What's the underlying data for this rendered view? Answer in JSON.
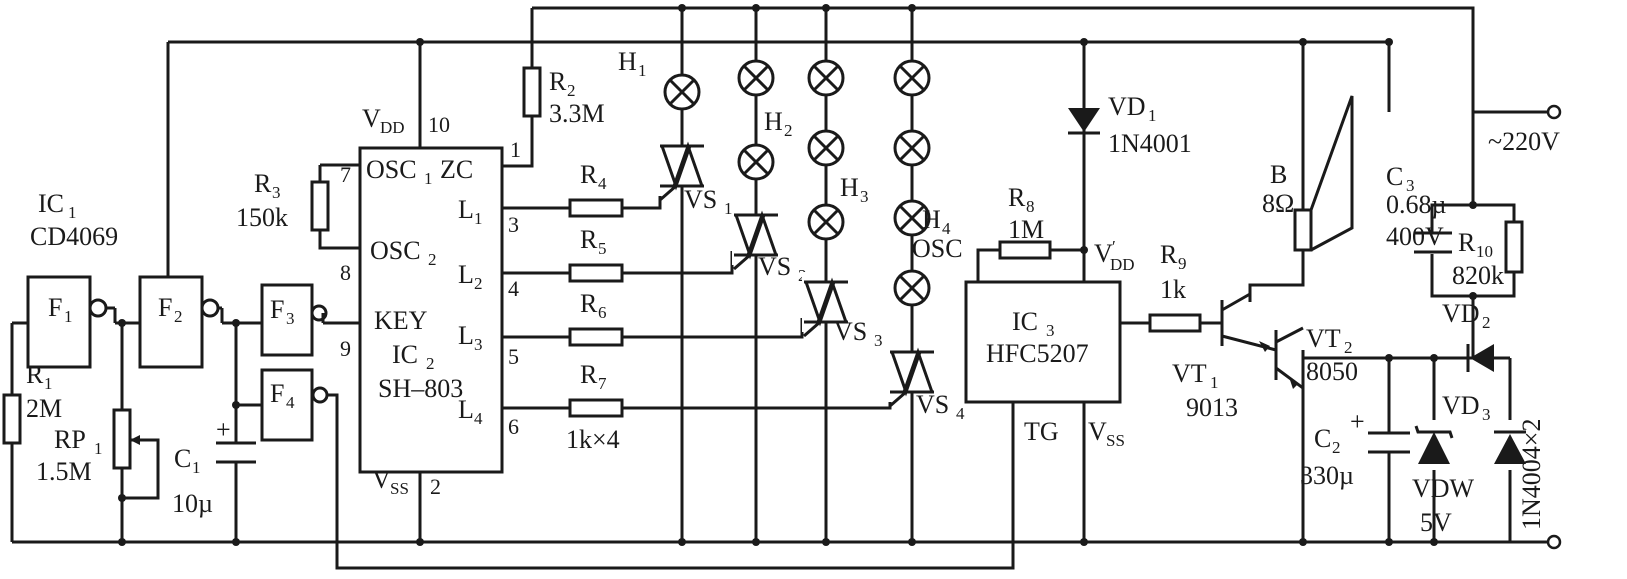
{
  "ic1": {
    "ref": "IC",
    "sub": "1",
    "part": "CD4069"
  },
  "gates": {
    "f1": "F",
    "f1_sub": "1",
    "f2": "F",
    "f2_sub": "2",
    "f3": "F",
    "f3_sub": "3",
    "f4": "F",
    "f4_sub": "4"
  },
  "r1": {
    "ref": "R",
    "sub": "1",
    "value": "2M"
  },
  "rp1": {
    "ref": "RP",
    "sub": "1",
    "value": "1.5M"
  },
  "c1": {
    "ref": "C",
    "sub": "1",
    "value": "10µ"
  },
  "ic2": {
    "ref": "IC",
    "sub": "2",
    "part": "SH–803",
    "pins": {
      "vdd": "V",
      "vdd_sub": "DD",
      "vdd_num": "10",
      "osc1": "OSC",
      "osc1_sub": "1",
      "zc": "ZC",
      "zc_num": "1",
      "osc1_num": "7",
      "osc2": "OSC",
      "osc2_sub": "2",
      "osc2_num": "8",
      "key": "KEY",
      "key_num": "9",
      "l1": "L",
      "l1_sub": "1",
      "l1_num": "3",
      "l2": "L",
      "l2_sub": "2",
      "l2_num": "4",
      "l3": "L",
      "l3_sub": "3",
      "l3_num": "5",
      "l4": "L",
      "l4_sub": "4",
      "l4_num": "6",
      "vss": "V",
      "vss_sub": "SS",
      "vss_num": "2"
    }
  },
  "r2": {
    "ref": "R",
    "sub": "2",
    "value": "3.3M"
  },
  "r3": {
    "ref": "R",
    "sub": "3",
    "value": "150k"
  },
  "r4": {
    "ref": "R",
    "sub": "4"
  },
  "r5": {
    "ref": "R",
    "sub": "5"
  },
  "r6": {
    "ref": "R",
    "sub": "6"
  },
  "r7": {
    "ref": "R",
    "sub": "7",
    "value": "1k×4"
  },
  "lamps": {
    "h1": "H",
    "h1_sub": "1",
    "h2": "H",
    "h2_sub": "2",
    "h3": "H",
    "h3_sub": "3",
    "h4": "H",
    "h4_sub": "4"
  },
  "triacs": {
    "vs1": "VS",
    "vs1_sub": "1",
    "vs2": "VS",
    "vs2_sub": "2",
    "vs3": "VS",
    "vs3_sub": "3",
    "vs4": "VS",
    "vs4_sub": "4"
  },
  "vd1": {
    "ref": "VD",
    "sub": "1",
    "part": "1N4001"
  },
  "r8": {
    "ref": "R",
    "sub": "8",
    "value": "1M"
  },
  "ic3": {
    "ref": "IC",
    "sub": "3",
    "part": "HFC5207",
    "osc": "OSC",
    "vdd": "V",
    "vdd_sup": "′",
    "vdd_sub": "DD",
    "tg": "TG",
    "vss": "V",
    "vss_sub": "SS"
  },
  "r9": {
    "ref": "R",
    "sub": "9",
    "value": "1k"
  },
  "vt1": {
    "ref": "VT",
    "sub": "1",
    "part": "9013"
  },
  "vt2": {
    "ref": "VT",
    "sub": "2",
    "part": "8050"
  },
  "speaker": {
    "ref": "B",
    "value": "8Ω"
  },
  "c2": {
    "ref": "C",
    "sub": "2",
    "value": "330µ"
  },
  "c3": {
    "ref": "C",
    "sub": "3",
    "value": "0.68µ",
    "voltage": "400V"
  },
  "r10": {
    "ref": "R",
    "sub": "10",
    "value": "820k"
  },
  "vd2": {
    "ref": "VD",
    "sub": "2"
  },
  "vd3": {
    "ref": "VD",
    "sub": "3",
    "part": "1N4004×2"
  },
  "vdw": {
    "ref": "VDW",
    "value": "5V"
  },
  "mains": {
    "label": "~220V"
  }
}
